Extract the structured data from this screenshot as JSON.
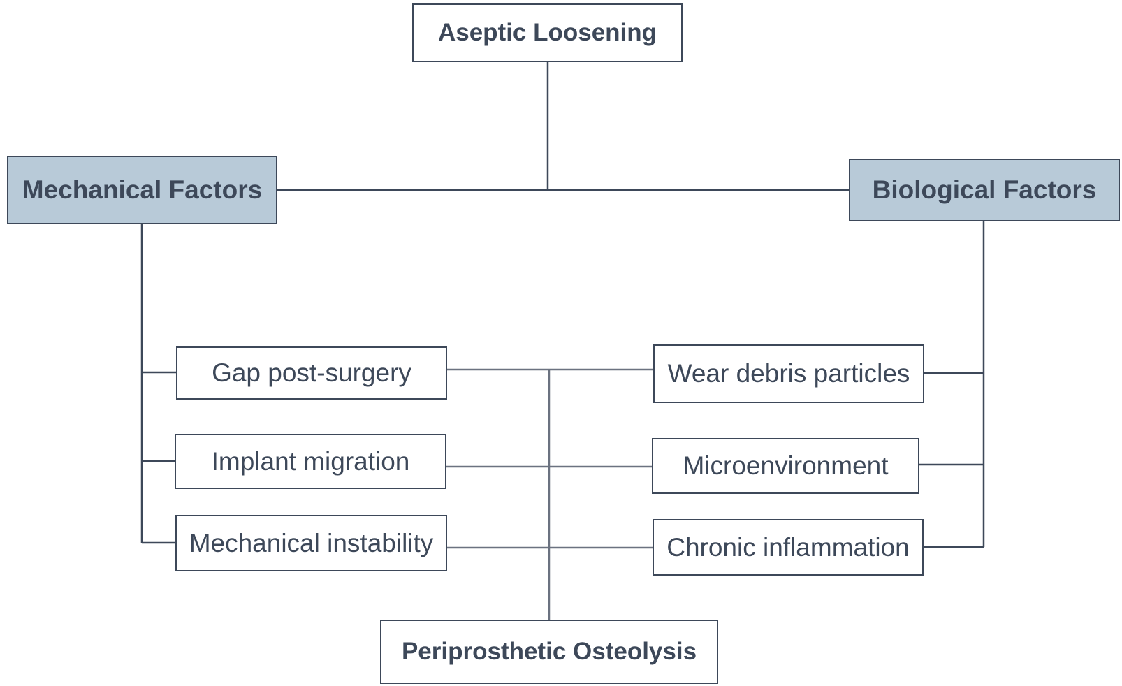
{
  "diagram": {
    "colors": {
      "text": "#3d4859",
      "border": "#3d4859",
      "factor_fill": "#b8cad8",
      "center_line": "#6b7280"
    },
    "root": {
      "label": "Aseptic Loosening"
    },
    "mechanical": {
      "label": "Mechanical Factors",
      "items": [
        "Gap post-surgery",
        "Implant migration",
        "Mechanical instability"
      ]
    },
    "biological": {
      "label": "Biological Factors",
      "items": [
        "Wear debris particles",
        "Microenvironment",
        "Chronic inflammation"
      ]
    },
    "outcome": {
      "label": "Periprosthetic Osteolysis"
    }
  }
}
